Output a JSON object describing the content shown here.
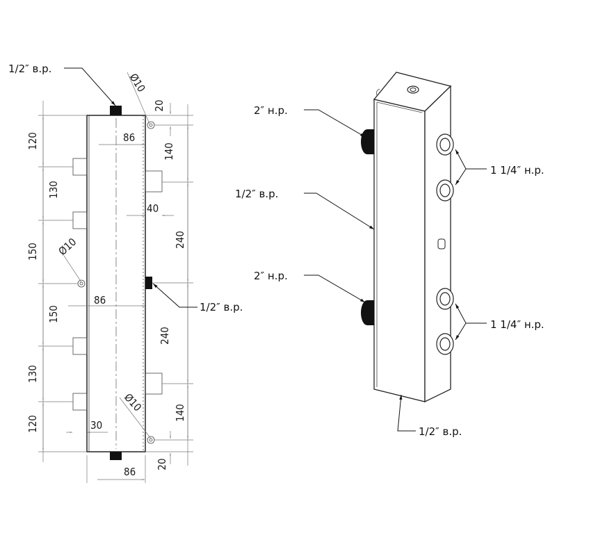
{
  "left_view": {
    "label_top": "1/2″ в.р.",
    "label_side": "1/2″ в.р.",
    "dim_120_top": "120",
    "dim_130_top": "130",
    "dim_150_top": "150",
    "dim_150_bottom": "150",
    "dim_130_bottom": "130",
    "dim_120_bottom": "120",
    "dim_20_top": "20",
    "dim_140_top": "140",
    "dim_240_top": "240",
    "dim_240_bottom": "240",
    "dim_140_bottom": "140",
    "dim_20_bottom": "20",
    "dim_86_top": "86",
    "dim_86_mid": "86",
    "dim_86_bottom": "86",
    "dim_40": "40",
    "dim_30": "30",
    "dia_top": "Ø10",
    "dia_mid": "Ø10",
    "dia_bottom": "Ø10"
  },
  "right_view": {
    "label_2in_top": "2″ н.р.",
    "label_half_side": "1/2″ в.р.",
    "label_2in_bottom": "2″ н.р.",
    "label_114_top": "1 1/4″ н.р.",
    "label_114_bottom": "1 1/4″ н.р.",
    "label_half_bottom": "1/2″ в.р."
  }
}
